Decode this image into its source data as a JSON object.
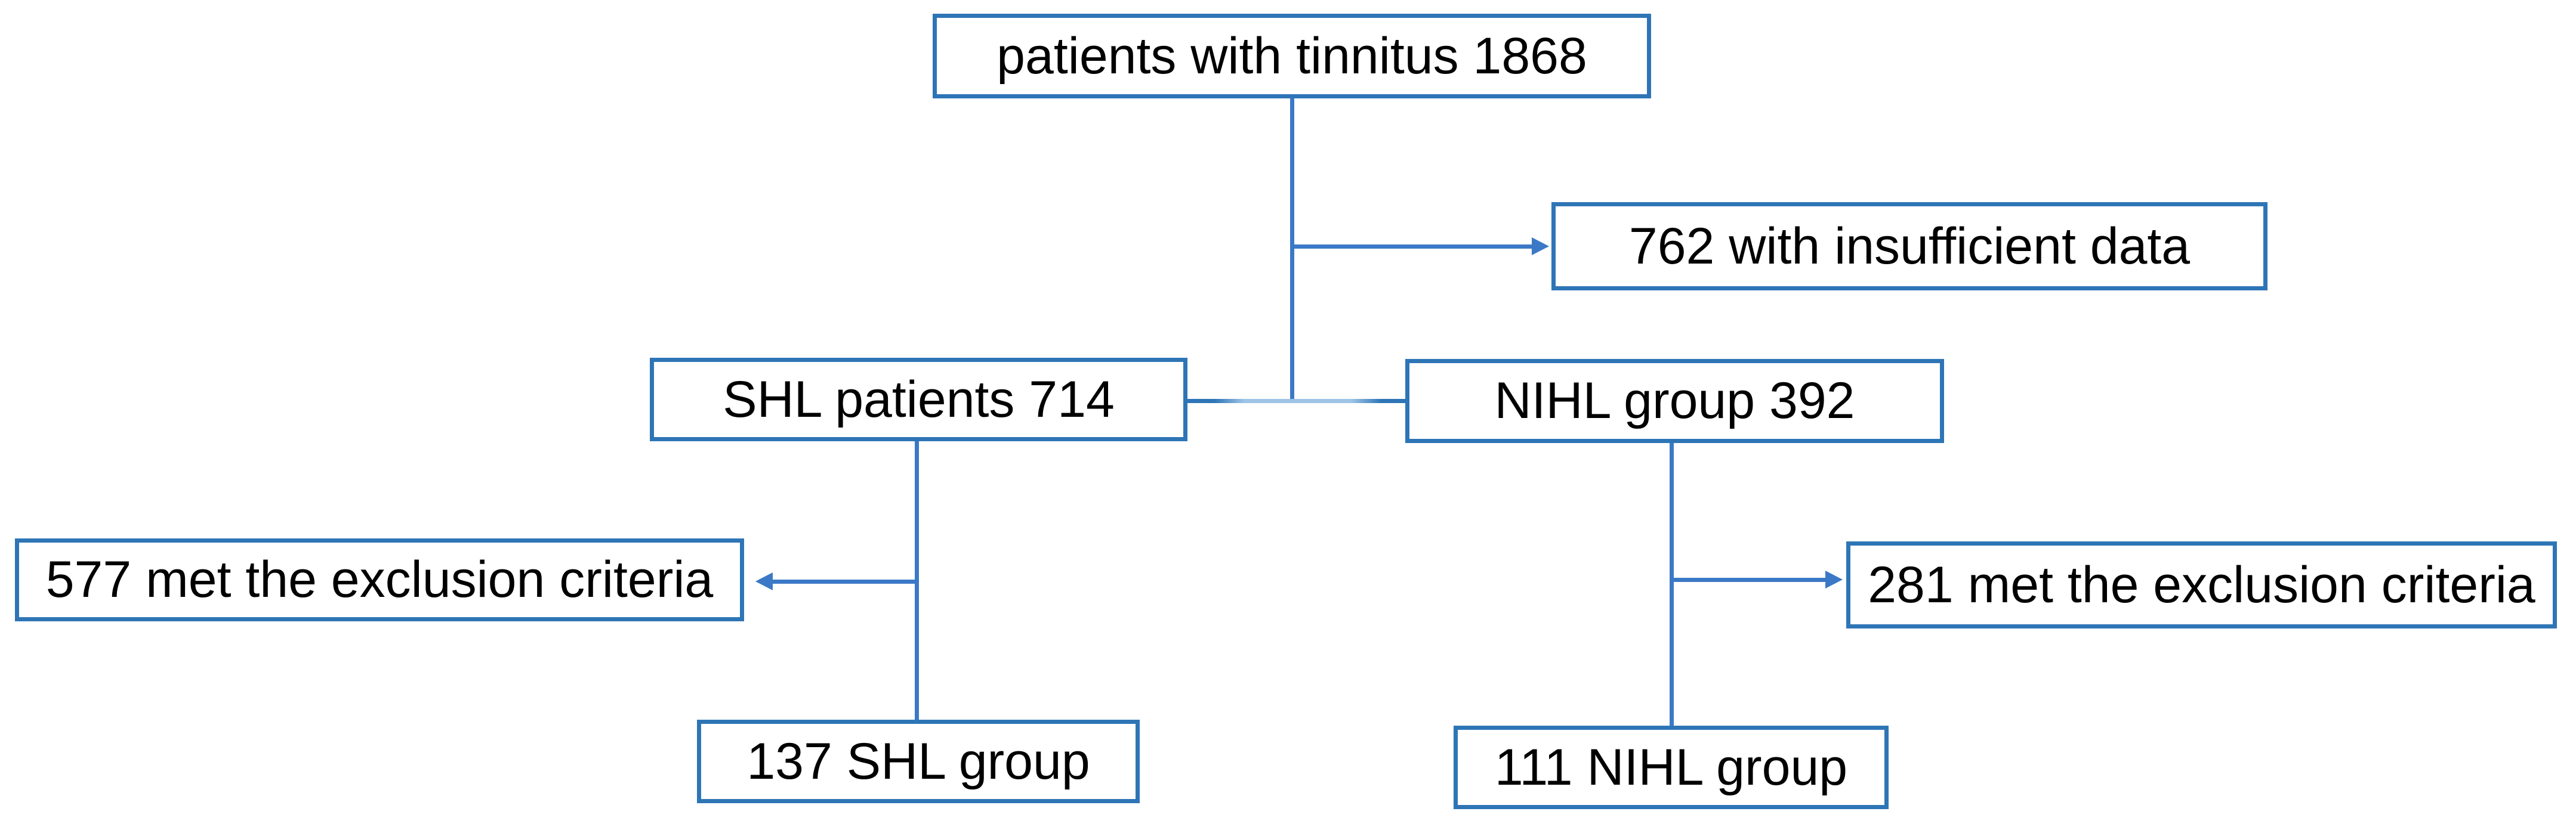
{
  "diagram": {
    "type": "flowchart",
    "background": "#FFFFFF",
    "colors": {
      "box_border": "#2E75B6",
      "connector": "#3B79C7",
      "connector_light_middle": "#9DC3E6",
      "text": "#000000"
    },
    "nodes": {
      "tinnitus": {
        "label": "patients with tinnitus 1868"
      },
      "insufficient": {
        "label": "762 with insufficient data"
      },
      "shl": {
        "label": "SHL patients 714"
      },
      "nihl": {
        "label": "NIHL group 392"
      },
      "shl_excluded": {
        "label": "577 met the exclusion criteria"
      },
      "nihl_excluded": {
        "label": "281 met the exclusion criteria"
      },
      "shl_group": {
        "label": "137 SHL group"
      },
      "nihl_group": {
        "label": "111 NIHL group"
      }
    },
    "edges": [
      {
        "from": "patients with tinnitus 1868",
        "to": "762 with insufficient data",
        "arrow": true
      },
      {
        "from": "patients with tinnitus 1868",
        "to": "SHL patients 714",
        "arrow": false
      },
      {
        "from": "patients with tinnitus 1868",
        "to": "NIHL group 392",
        "arrow": false
      },
      {
        "from": "SHL patients 714",
        "to": "577 met the exclusion criteria",
        "arrow": true
      },
      {
        "from": "SHL patients 714",
        "to": "137 SHL group",
        "arrow": false
      },
      {
        "from": "NIHL group 392",
        "to": "281 met the exclusion criteria",
        "arrow": true
      },
      {
        "from": "NIHL group 392",
        "to": "111 NIHL group",
        "arrow": false
      }
    ]
  }
}
